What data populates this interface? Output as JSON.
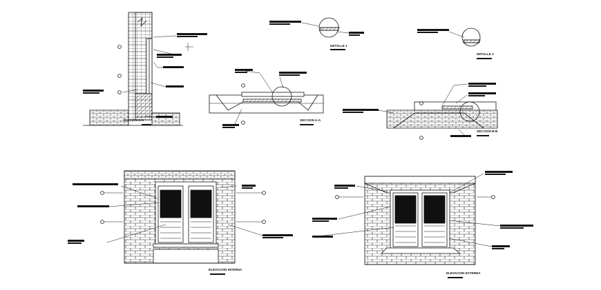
{
  "sheet": {
    "background": "#ffffff",
    "line_color": "#111111"
  },
  "titles": {
    "section_aa_left": "SECCION A-A",
    "section_aa_mid": "SECCION A-A",
    "section_bb": "SECCION B-B",
    "detail_1": "DETALLE 1",
    "detail_2": "DETALLE 2",
    "elevation_internal": "ELEVACION INTERNA",
    "elevation_external": "ELEVACION EXTERNA"
  }
}
